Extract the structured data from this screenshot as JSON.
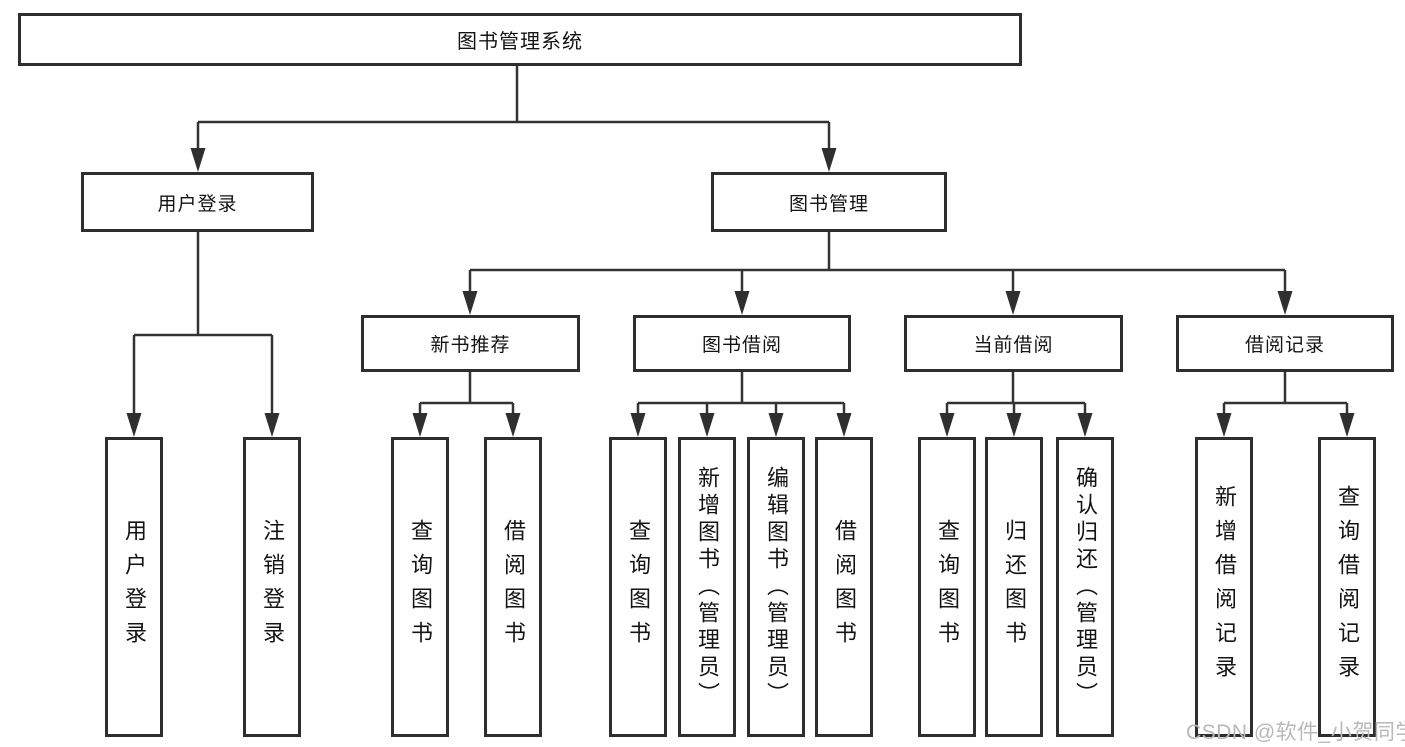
{
  "diagram": {
    "type": "hierarchy",
    "root": "图书管理系统",
    "level2": [
      {
        "label": "用户登录",
        "children": [
          "用户登录",
          "注销登录"
        ]
      },
      {
        "label": "图书管理",
        "children": [
          "新书推荐",
          "图书借阅",
          "当前借阅",
          "借阅记录"
        ]
      }
    ],
    "level3": [
      {
        "label": "新书推荐",
        "children": [
          "查询图书",
          "借阅图书"
        ]
      },
      {
        "label": "图书借阅",
        "children": [
          "查询图书",
          "新增图书（管理员）",
          "编辑图书（管理员）",
          "借阅图书"
        ]
      },
      {
        "label": "当前借阅",
        "children": [
          "查询图书",
          "归还图书",
          "确认归还（管理员）"
        ]
      },
      {
        "label": "借阅记录",
        "children": [
          "新增借阅记录",
          "查询借阅记录"
        ]
      }
    ],
    "leaves": [
      "用户登录",
      "注销登录",
      "查询图书",
      "借阅图书",
      "查询图书",
      "新增图书（管理员）",
      "编辑图书（管理员）",
      "借阅图书",
      "查询图书",
      "归还图书",
      "确认归还（管理员）",
      "新增借阅记录",
      "查询借阅记录"
    ]
  },
  "watermark": {
    "text": "CSDN @软件_小贺同学"
  },
  "colors": {
    "box_border": "#2e2e2e",
    "connector": "#333333",
    "text": "#141414",
    "background": "#ffffff",
    "watermark": "#b9b9b9"
  }
}
